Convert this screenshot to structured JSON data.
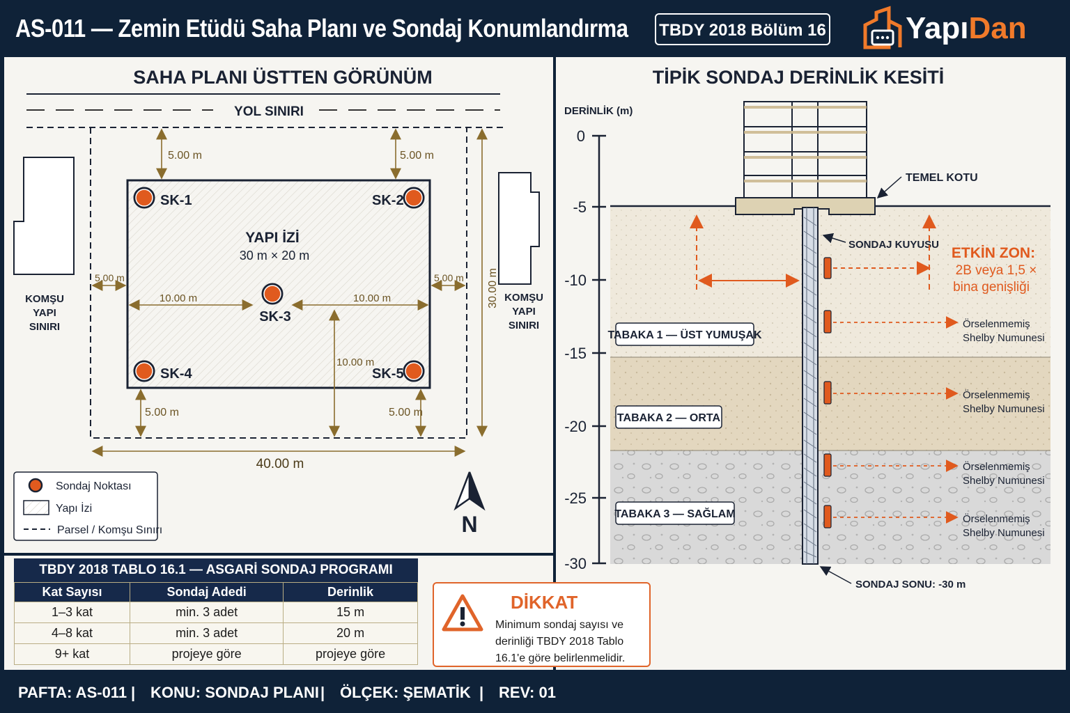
{
  "header": {
    "title": "AS-011 — Zemin Etüdü Saha Planı ve Sondaj Konumlandırma",
    "badge": "TBDY 2018 Bölüm 16",
    "logo_prefix": "Yapı",
    "logo_suffix": "Dan"
  },
  "colors": {
    "navy": "#0f2238",
    "accent": "#f07a2a",
    "borehole": "#e05a1e",
    "dimension": "#8a6d2e"
  },
  "site_plan": {
    "title": "SAHA PLANI ÜSTTEN GÖRÜNÜM",
    "road_label": "YOL SINIRI",
    "footprint_title": "YAPI İZİ",
    "footprint_size": "30 m × 20 m",
    "neighbor_left": [
      "KOMŞU",
      "YAPI",
      "SINIRI"
    ],
    "neighbor_right": [
      "KOMŞU",
      "YAPI",
      "SINIRI"
    ],
    "boreholes": [
      "SK-1",
      "SK-2",
      "SK-3",
      "SK-4",
      "SK-5"
    ],
    "dims": {
      "top_left": "5.00 m",
      "top_right": "5.00 m",
      "side_left": "5.00 m",
      "side_right": "5.00 m",
      "center_left": "10.00 m",
      "center_right": "10.00 m",
      "center_down": "10.00 m",
      "bottom_left": "5.00 m",
      "bottom_right": "5.00 m",
      "total_width": "40.00 m",
      "total_height": "30.00 m"
    },
    "north": "N",
    "legend": [
      "Sondaj Noktası",
      "Yapı İzi",
      "Parsel / Komşu Sınırı"
    ]
  },
  "section": {
    "title": "TİPİK SONDAJ DERİNLİK KESİTİ",
    "axis_label": "DERİNLİK (m)",
    "ticks": [
      "0",
      "-5",
      "-10",
      "-15",
      "-20",
      "-25",
      "-30"
    ],
    "foundation_label": "TEMEL KOTU",
    "well_label": "SONDAJ KUYUSU",
    "zone_title": "ETKİN ZON:",
    "zone_line1": "2B veya 1,5 ×",
    "zone_line2": "bina genişliği",
    "layers": [
      "TABAKA 1 — ÜST YUMUŞAK",
      "TABAKA 2 — ORTA",
      "TABAKA 3 — SAĞLAM"
    ],
    "sample_line1": "Örselenmemiş",
    "sample_line2": "Shelby Numunesi",
    "end_label": "SONDAJ SONU: -30 m"
  },
  "program": {
    "title": "TBDY 2018 TABLO 16.1 — ASGARİ SONDAJ PROGRAMI",
    "headers": [
      "Kat Sayısı",
      "Sondaj Adedi",
      "Derinlik"
    ],
    "rows": [
      [
        "1–3 kat",
        "min. 3 adet",
        "15 m"
      ],
      [
        "4–8 kat",
        "min. 3 adet",
        "20 m"
      ],
      [
        "9+ kat",
        "projeye göre",
        "projeye göre"
      ]
    ]
  },
  "warning": {
    "title": "DİKKAT",
    "text": "Minimum sondaj sayısı ve derinliği TBDY 2018 Tablo 16.1'e göre belirlenmelidir."
  },
  "footer": {
    "sheet": "PAFTA: AS-011",
    "subject": "KONU: SONDAJ PLANI",
    "scale": "ÖLÇEK: ŞEMATİK",
    "rev": "REV: 01"
  }
}
